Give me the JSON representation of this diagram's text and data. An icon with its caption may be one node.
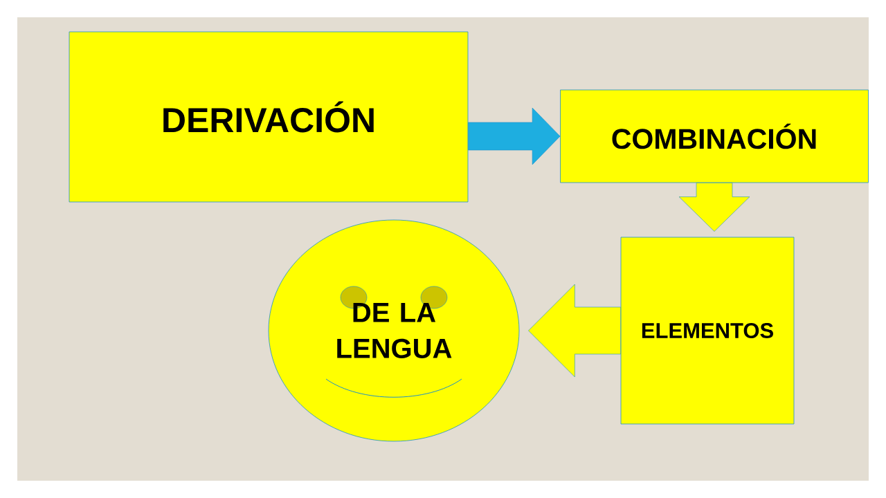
{
  "diagram": {
    "nodes": [
      {
        "text": [
          "DERIVACIÓN"
        ]
      },
      {
        "text": [
          "COMBINACIÓN"
        ]
      },
      {
        "text": [
          "ELEMENTOS"
        ]
      },
      {
        "text": [
          "DE LA LENGUA"
        ]
      }
    ],
    "edges": [
      {
        "from": 0,
        "to": 1,
        "arrow": "to",
        "color": "#1eaee0"
      },
      {
        "from": 1,
        "to": 2,
        "arrow": "to"
      },
      {
        "from": 2,
        "to": 3,
        "arrow": "to"
      }
    ]
  }
}
